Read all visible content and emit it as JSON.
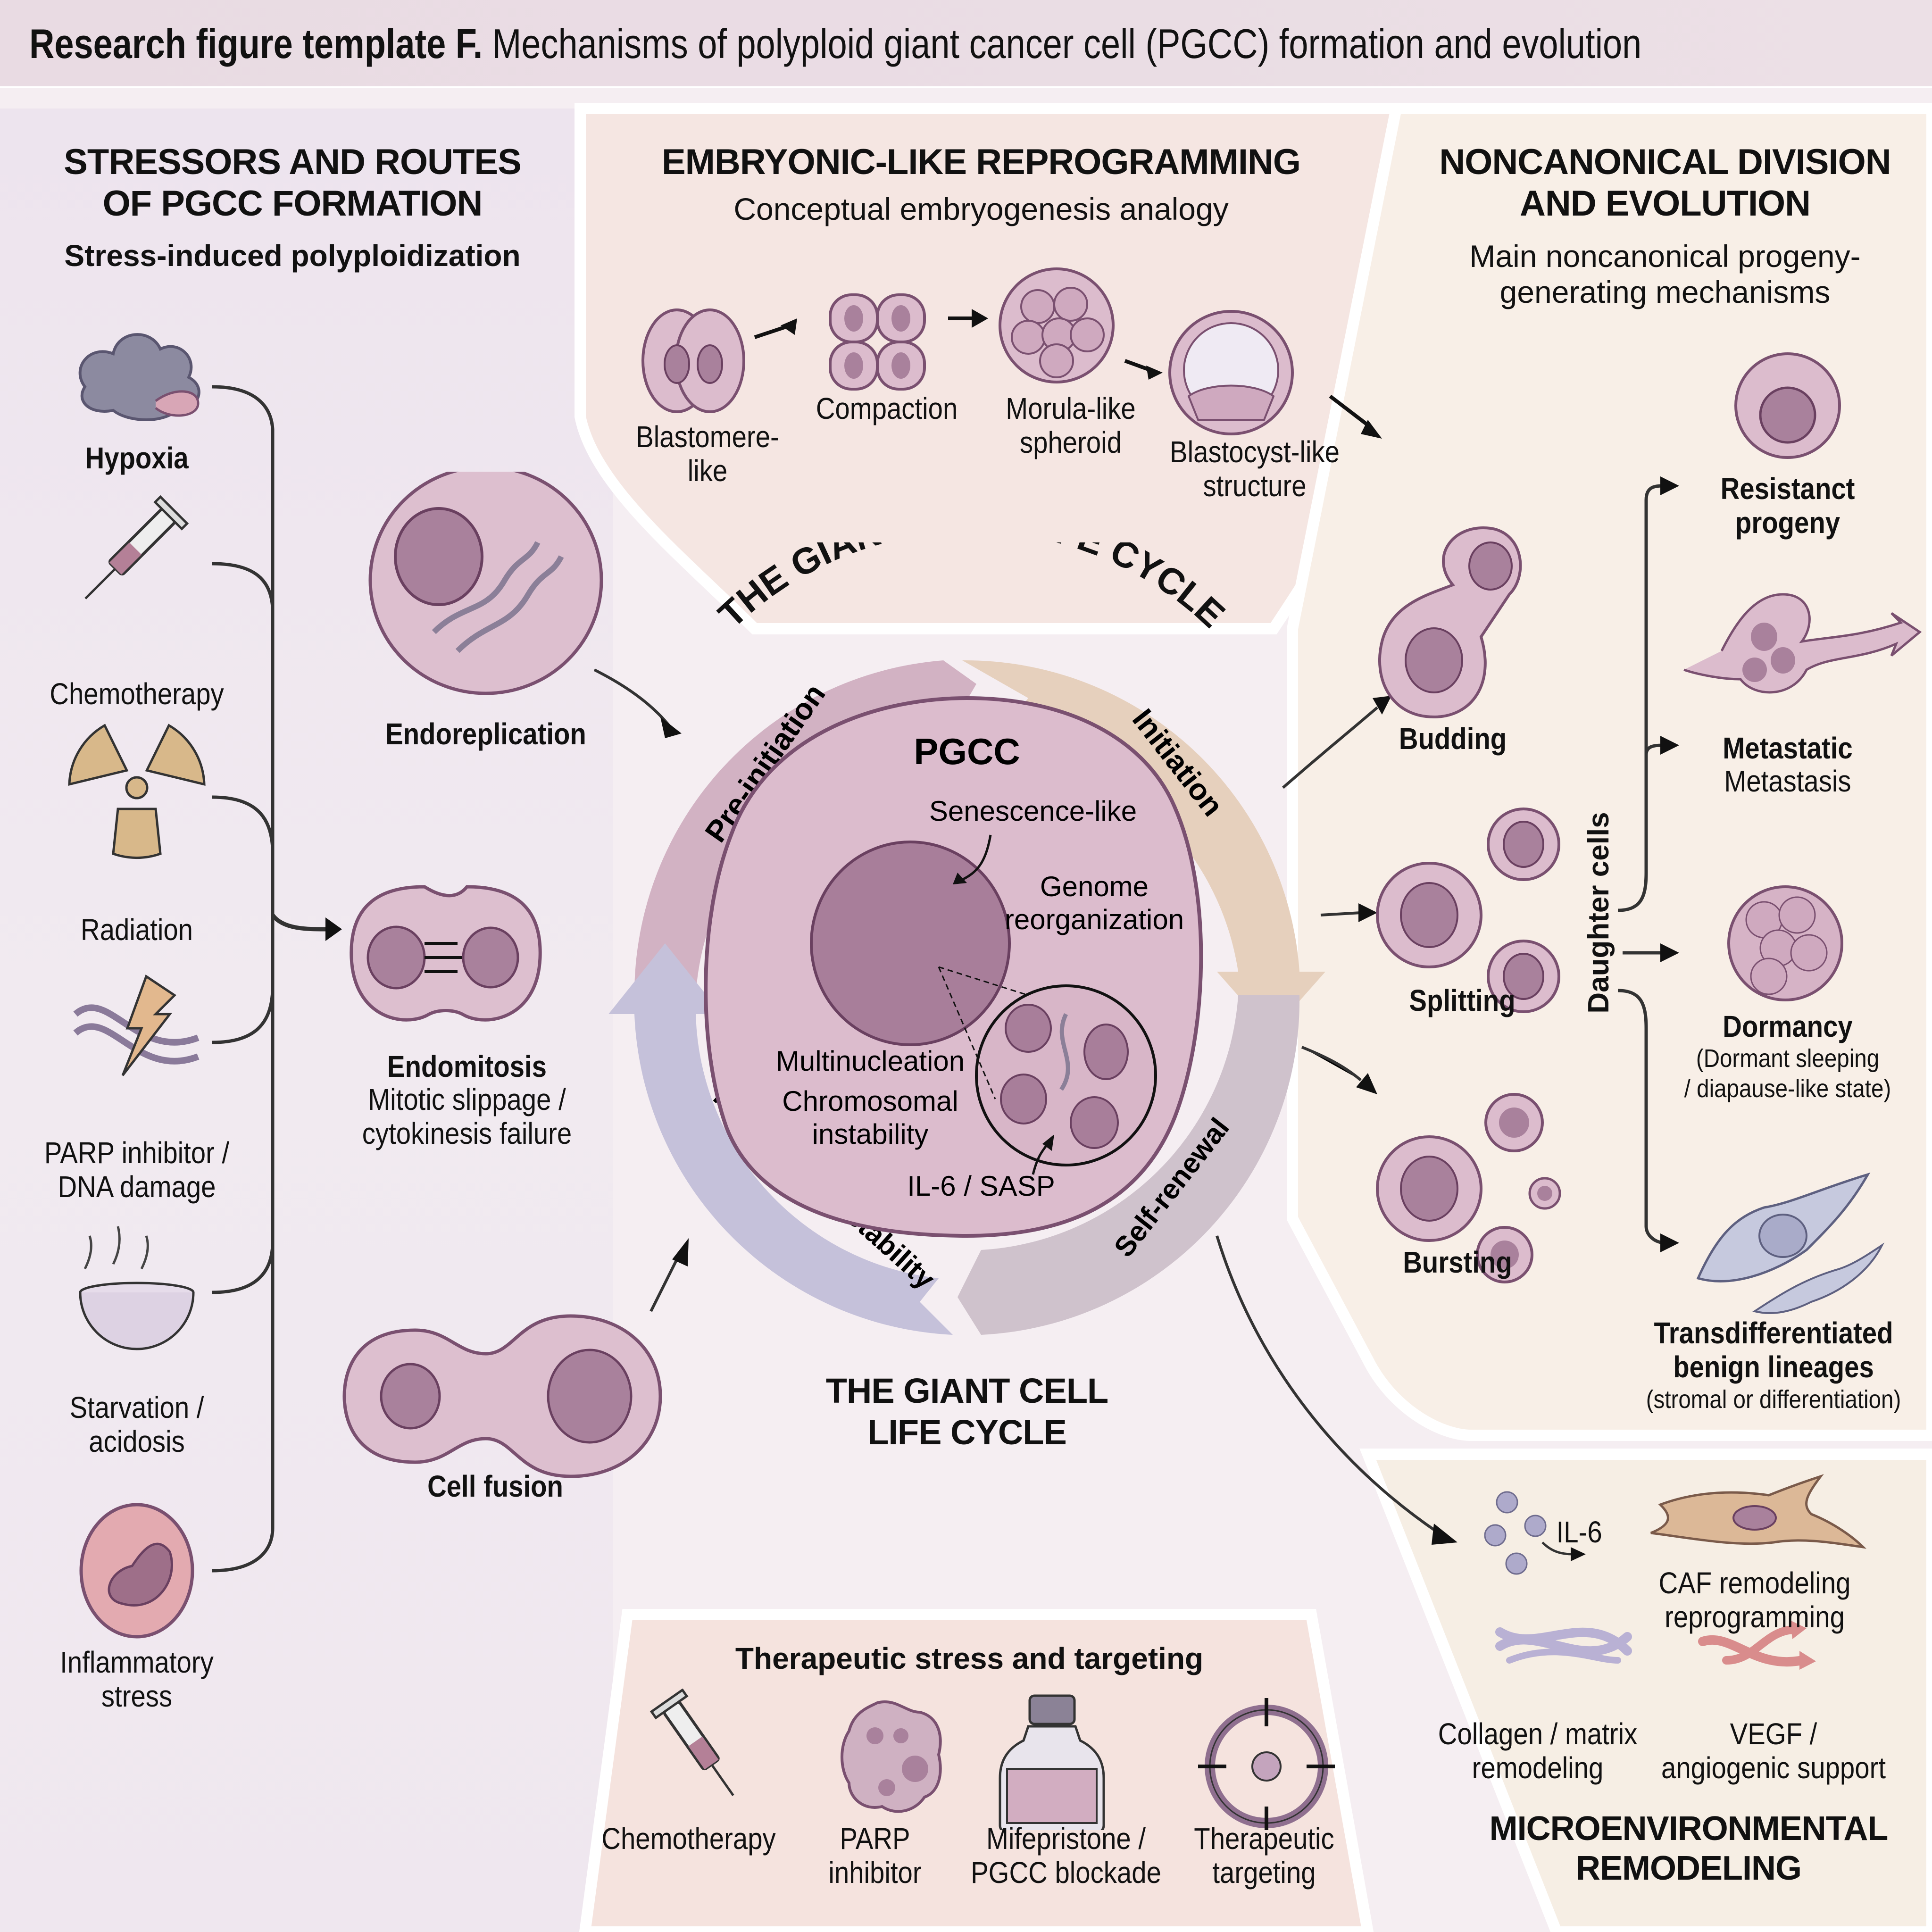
{
  "figure": {
    "title_bold": "Research figure template F.",
    "title_rest": " Mechanisms of polyploid giant cancer cell (PGCC) formation and evolution"
  },
  "stressors": {
    "heading_line1": "STRESSORS AND ROUTES",
    "heading_line2": "OF PGCC FORMATION",
    "subheading": "Stress-induced polyploidization",
    "items": [
      {
        "label": "Hypoxia",
        "bold": true,
        "icon": "cloud-icon"
      },
      {
        "label": "Chemotherapy",
        "bold": false,
        "icon": "syringe-icon"
      },
      {
        "label": "Radiation",
        "bold": false,
        "icon": "radiation-icon"
      },
      {
        "label_line1": "PARP inhibitor /",
        "label_line2": "DNA damage",
        "icon": "dna-lightning-icon"
      },
      {
        "label_line1": "Starvation /",
        "label_line2": "acidosis",
        "icon": "bowl-icon"
      },
      {
        "label_line1": "Inflammatory",
        "label_line2": "stress",
        "icon": "inflammatory-cell-icon"
      }
    ],
    "routes": [
      {
        "label": "Endoreplication"
      },
      {
        "label": "Endomitosis",
        "sub_line1": "Mitotic slippage /",
        "sub_line2": "cytokinesis failure"
      },
      {
        "label": "Cell fusion"
      }
    ]
  },
  "embryonic": {
    "heading": "EMBRYONIC-LIKE REPROGRAMMING",
    "subheading": "Conceptual embryogenesis analogy",
    "stages": [
      {
        "line1": "Blastomere-",
        "line2": "like"
      },
      {
        "line1": "Compaction",
        "line2": ""
      },
      {
        "line1": "Morula-like",
        "line2": "spheroid"
      },
      {
        "line1": "Blastocyst-like",
        "line2": "structure"
      }
    ]
  },
  "lifecycle": {
    "arc_title": "THE GIANT CELL LIFE CYCLE",
    "bottom_title_line1": "THE GIANT CELL",
    "bottom_title_line2": "LIFE CYCLE",
    "phases": [
      {
        "label": "Pre-initiation",
        "color": "#d2b2c3"
      },
      {
        "label": "Initiation",
        "color": "#e6d0bd"
      },
      {
        "label": "Self-renewal",
        "color": "#cfc2cc"
      },
      {
        "label": "Termination / stability",
        "color": "#c5c1da"
      }
    ],
    "pgcc": {
      "label": "PGCC",
      "senescence": "Senescence-like",
      "genome_line1": "Genome",
      "genome_line2": "reorganization",
      "multinucleation": "Multinucleation",
      "cin_line1": "Chromosomal",
      "cin_line2": "instability",
      "sasp": "IL-6 / SASP"
    }
  },
  "noncanonical": {
    "heading_line1": "NONCANONICAL DIVISION",
    "heading_line2": "AND EVOLUTION",
    "sub_line1": "Main noncanonical progeny-",
    "sub_line2": "generating mechanisms",
    "mechanisms": [
      "Budding",
      "Splitting",
      "Bursting"
    ],
    "daughter_label": "Daughter cells",
    "fates": [
      {
        "line1": "Resistanct",
        "line2": "progeny",
        "sub1": "",
        "sub2": ""
      },
      {
        "line1": "Metastatic",
        "line2": "",
        "sub1": "Metastasis",
        "sub2": ""
      },
      {
        "line1": "Dormancy",
        "line2": "",
        "sub1": "(Dormant sleeping",
        "sub2": "/ diapause-like state)"
      },
      {
        "line1": "Transdifferentiated",
        "line2": "benign lineages",
        "sub1": "(stromal or differentiation)",
        "sub2": ""
      }
    ]
  },
  "therapy": {
    "heading": "Therapeutic stress and targeting",
    "items": [
      {
        "line1": "Chemotherapy",
        "line2": ""
      },
      {
        "line1": "PARP",
        "line2": "inhibitor"
      },
      {
        "line1": "Mifepristone /",
        "line2": "PGCC blockade"
      },
      {
        "line1": "Therapeutic",
        "line2": "targeting"
      }
    ]
  },
  "microenv": {
    "il6": "IL-6",
    "caf_line1": "CAF remodeling",
    "caf_line2": "reprogramming",
    "collagen_line1": "Collagen / matrix",
    "collagen_line2": "remodeling",
    "vegf_line1": "VEGF /",
    "vegf_line2": "angiogenic support",
    "heading_line1": "MICROENVIRONMENTAL",
    "heading_line2": "REMODELING"
  },
  "colors": {
    "cell_fill": "#dcbccd",
    "cell_stroke": "#7a5070",
    "nucleus": "#a9819c",
    "accent_tan": "#d9b98e",
    "accent_lavender": "#b7b3d2"
  }
}
